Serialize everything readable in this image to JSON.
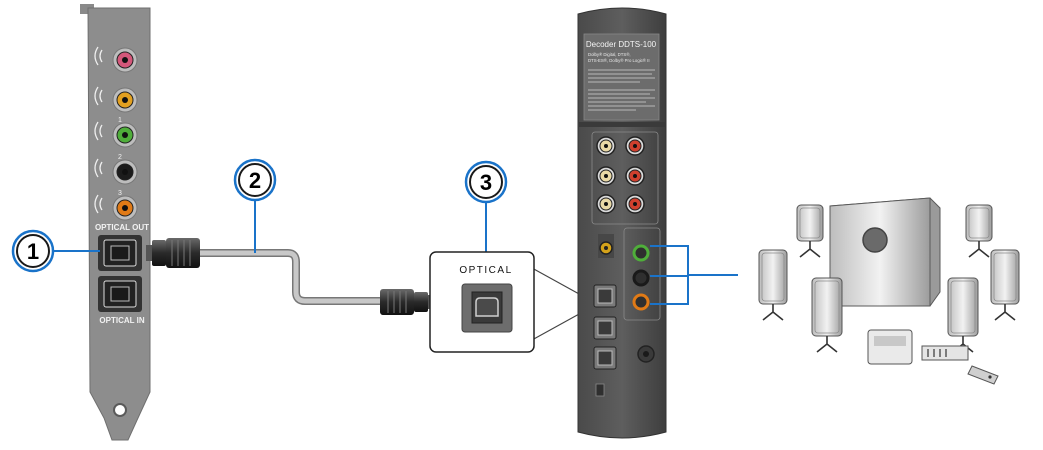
{
  "callouts": [
    "1",
    "2",
    "3"
  ],
  "card": {
    "optical_out_label": "OPTICAL OUT",
    "optical_in_label": "OPTICAL IN",
    "jack_marks": [
      "",
      "",
      "1",
      "2",
      "3"
    ],
    "jack_colors": [
      "#d4577a",
      "#e2a020",
      "#4fae3a",
      "#1c1c1c",
      "#e07a16"
    ]
  },
  "cable": {
    "color": "#c8c8c8"
  },
  "optical_inset": {
    "label": "OPTICAL"
  },
  "decoder": {
    "title": "Decoder DDTS-100",
    "subtitle": [
      "Dolby® Digital, DTS®,",
      "DTS-ES®, Dolby® Pro Logic® II"
    ],
    "body_color": "#555555"
  },
  "accent": "#1a73c9"
}
